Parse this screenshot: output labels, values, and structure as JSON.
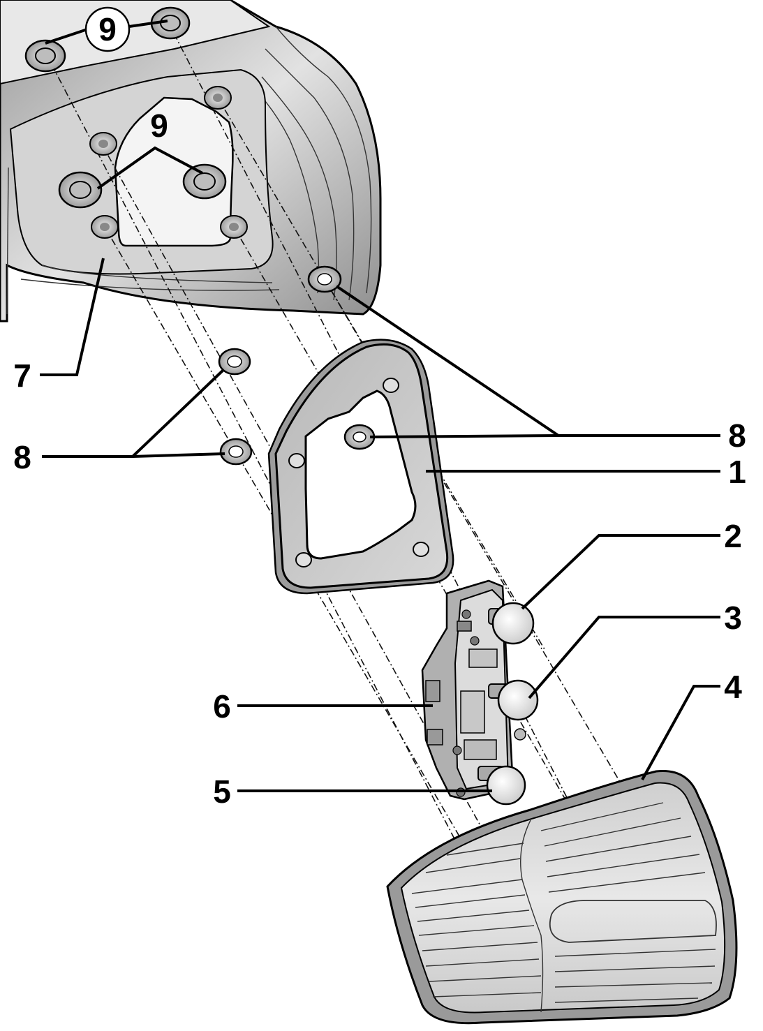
{
  "callouts": {
    "c1": "1",
    "c2": "2",
    "c3": "3",
    "c4": "4",
    "c5": "5",
    "c6": "6",
    "c7": "7",
    "c8_left": "8",
    "c8_right": "8",
    "c9_top": "9",
    "c9_mid": "9"
  }
}
